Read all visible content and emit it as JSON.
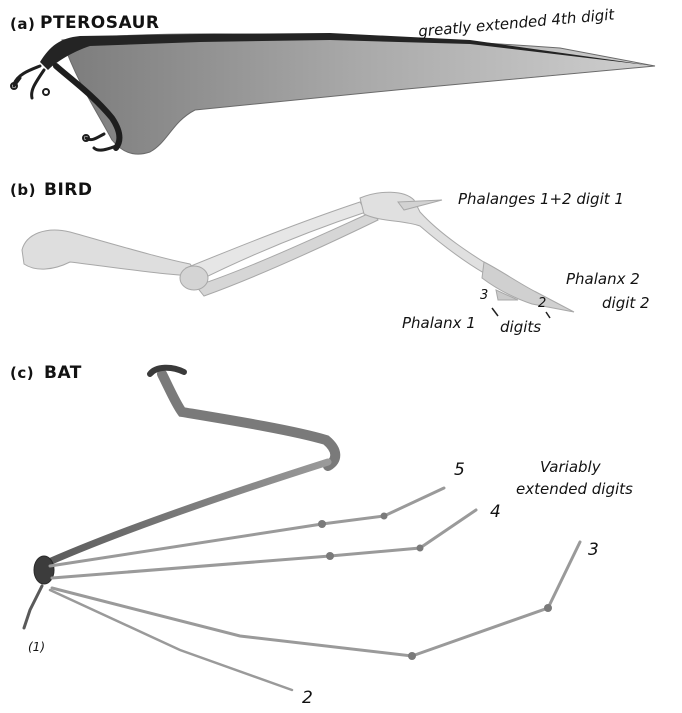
{
  "panels": {
    "a": {
      "letter": "(a)",
      "title": "PTEROSAUR",
      "note": "greatly extended 4th digit"
    },
    "b": {
      "letter": "(b)",
      "title": "BIRD",
      "note1": "Phalanges 1+2 digit 1",
      "note2_line1": "Phalanx 2",
      "note2_line2": "digit 2",
      "note3_phalanx": "Phalanx 1",
      "note3_digits": "digits",
      "note3_num3": "3",
      "note3_num2": "2"
    },
    "c": {
      "letter": "(c)",
      "title": "BAT",
      "note_line1": "Variably",
      "note_line2": "extended digits",
      "digit5": "5",
      "digit4": "4",
      "digit3": "3",
      "digit2": "2",
      "digit1": "(1)"
    }
  },
  "colors": {
    "bone_dark": "#2a2a2a",
    "bone_grey": "#9a9a9a",
    "membrane": "#a8a8a8",
    "bone_light": "#d8d8d8"
  }
}
